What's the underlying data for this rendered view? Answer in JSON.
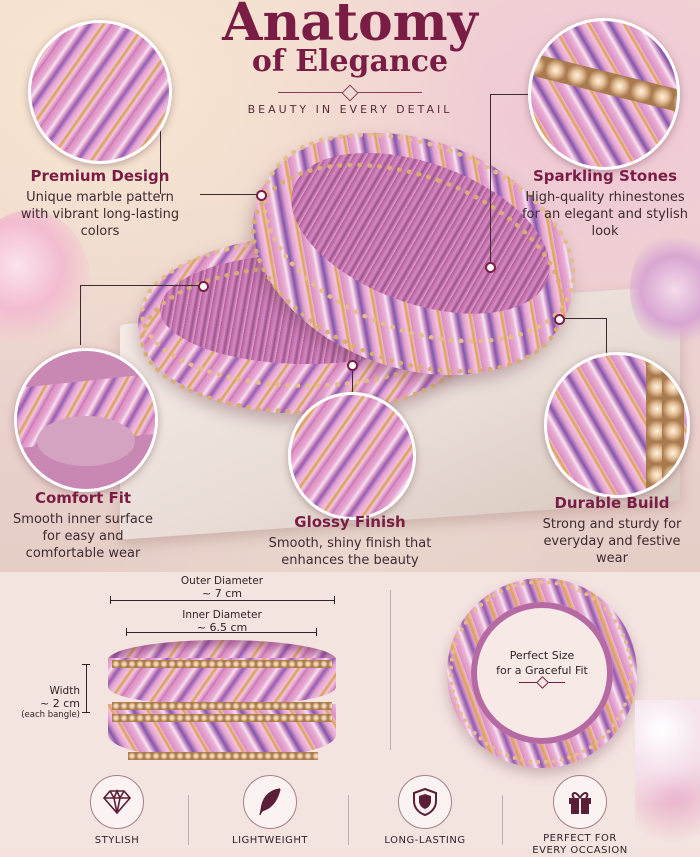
{
  "header": {
    "title_line1": "Anatomy",
    "title_line2": "of Elegance",
    "tagline": "BEAUTY IN EVERY DETAIL"
  },
  "callouts": {
    "premium_design": {
      "heading": "Premium Design",
      "text": "Unique marble pattern with vibrant long-lasting colors"
    },
    "sparkling_stones": {
      "heading": "Sparkling Stones",
      "text": "High-quality rhinestones for an elegant and stylish look"
    },
    "comfort_fit": {
      "heading": "Comfort Fit",
      "text": "Smooth inner surface for easy and comfortable wear"
    },
    "glossy_finish": {
      "heading": "Glossy Finish",
      "text": "Smooth, shiny finish that enhances the beauty"
    },
    "durable_build": {
      "heading": "Durable Build",
      "text": "Strong and sturdy for everyday and festive wear"
    }
  },
  "dimensions": {
    "outer_label": "Outer Diameter",
    "outer_value": "~ 7 cm",
    "inner_label": "Inner Diameter",
    "inner_value": "~ 6.5 cm",
    "width_label": "Width",
    "width_value": "~ 2 cm",
    "width_note": "(each bangle)"
  },
  "fit_badge": {
    "line1": "Perfect Size",
    "line2": "for a Graceful Fit"
  },
  "features": [
    {
      "label": "STYLISH",
      "icon": "diamond-icon"
    },
    {
      "label": "LIGHTWEIGHT",
      "icon": "feather-icon"
    },
    {
      "label": "LONG-LASTING",
      "icon": "shield-icon"
    },
    {
      "label": "PERFECT FOR EVERY OCCASION",
      "icon": "gift-icon"
    }
  ],
  "colors": {
    "brand": "#7a1d45",
    "text": "#3e2a33",
    "bangle_pink": "#d98ec0",
    "stone_gold": "#e4bd8c"
  }
}
